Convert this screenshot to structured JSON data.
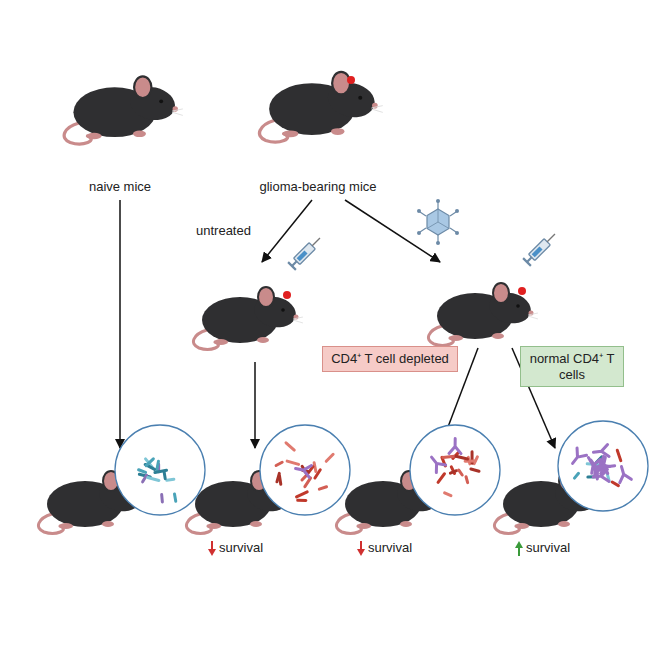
{
  "diagram": {
    "nodes": [
      {
        "text": [
          "CD4⁺ T cell depleted"
        ]
      },
      {
        "text": [
          "normal CD4⁺ T cells"
        ]
      }
    ],
    "labels": [
      "naive mice",
      "glioma-bearing mice",
      "untreated",
      "survival",
      "survival",
      "survival"
    ]
  }
}
